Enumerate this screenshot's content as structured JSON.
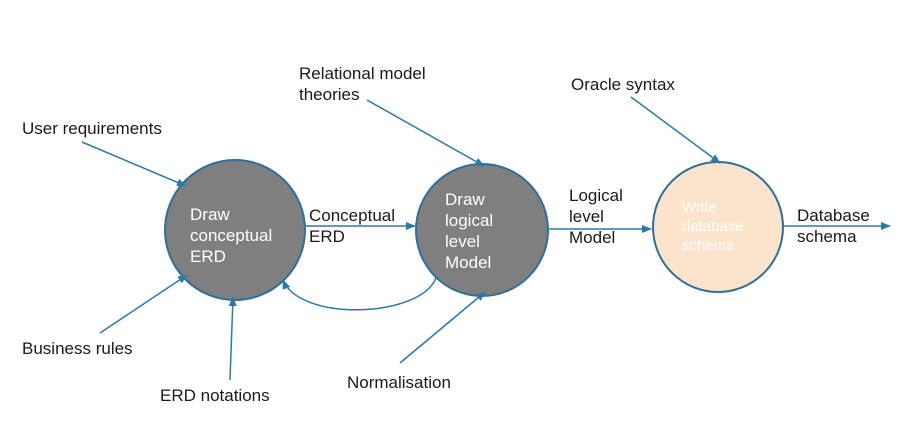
{
  "colors": {
    "arrow": "#2b79a6",
    "process_fill": "#7f7f7f",
    "process_stroke": "#2f6e9a",
    "output_fill": "#fbe3cc",
    "text": "#1a1a1a"
  },
  "nodes": {
    "draw_conceptual": "Draw\nconceptual\nERD",
    "draw_logical": "Draw\nlogical\nlevel\nModel",
    "write_schema": "Write\ndatabase\nschema"
  },
  "inputs": {
    "user_requirements": "User requirements",
    "business_rules": "Business rules",
    "erd_notations": "ERD notations",
    "relational_theories": "Relational model\ntheories",
    "normalisation": "Normalisation",
    "oracle_syntax": "Oracle syntax"
  },
  "flows": {
    "conceptual_erd": "Conceptual\nERD",
    "logical_level_model": "Logical\nlevel\nModel",
    "database_schema": "Database\nschema"
  }
}
